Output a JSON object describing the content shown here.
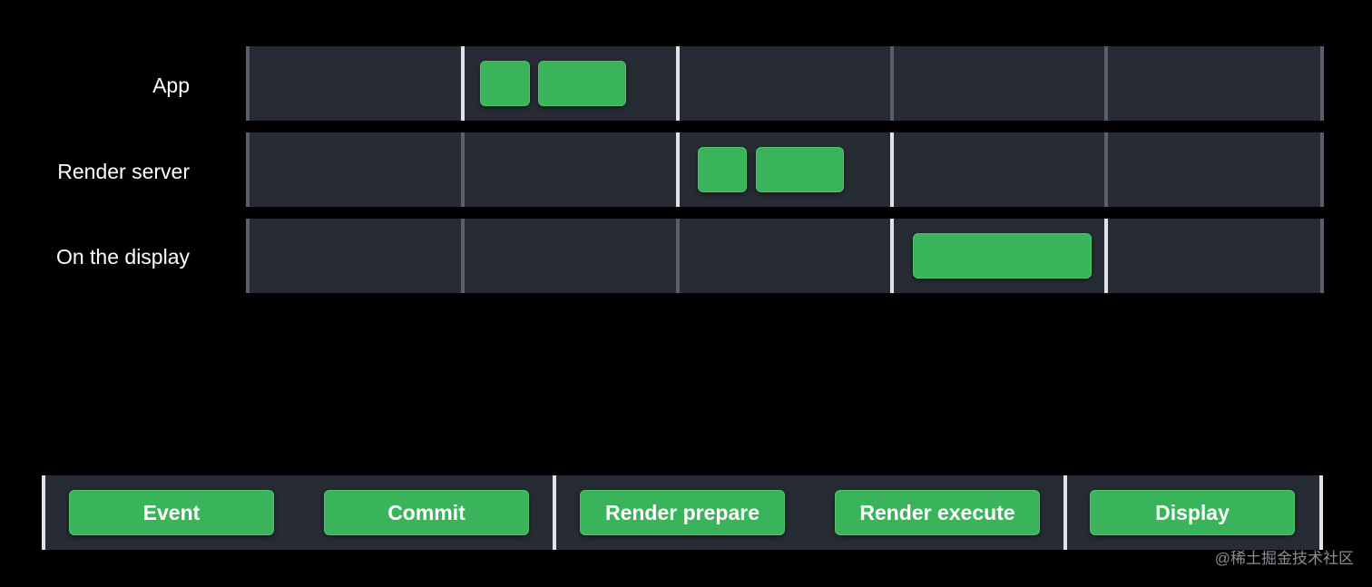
{
  "rows": [
    {
      "label": "App",
      "blocks": [
        {
          "start": 1.08,
          "end": 1.31
        },
        {
          "start": 1.35,
          "end": 1.76
        }
      ]
    },
    {
      "label": "Render server",
      "blocks": [
        {
          "start": 2.09,
          "end": 2.32
        },
        {
          "start": 2.36,
          "end": 2.77
        }
      ]
    },
    {
      "label": "On the display",
      "blocks": [
        {
          "start": 3.09,
          "end": 3.92
        }
      ]
    }
  ],
  "frame_count": 5,
  "legend": {
    "items": [
      "Event",
      "Commit",
      "Render prepare",
      "Render execute",
      "Display"
    ]
  },
  "watermark": "@稀土掘金技术社区",
  "colors": {
    "background": "#000000",
    "track": "#272b33",
    "block": "#3ab45a",
    "divider": "#5a606b",
    "divider_active": "#dfe3ea",
    "text": "#ffffff"
  }
}
